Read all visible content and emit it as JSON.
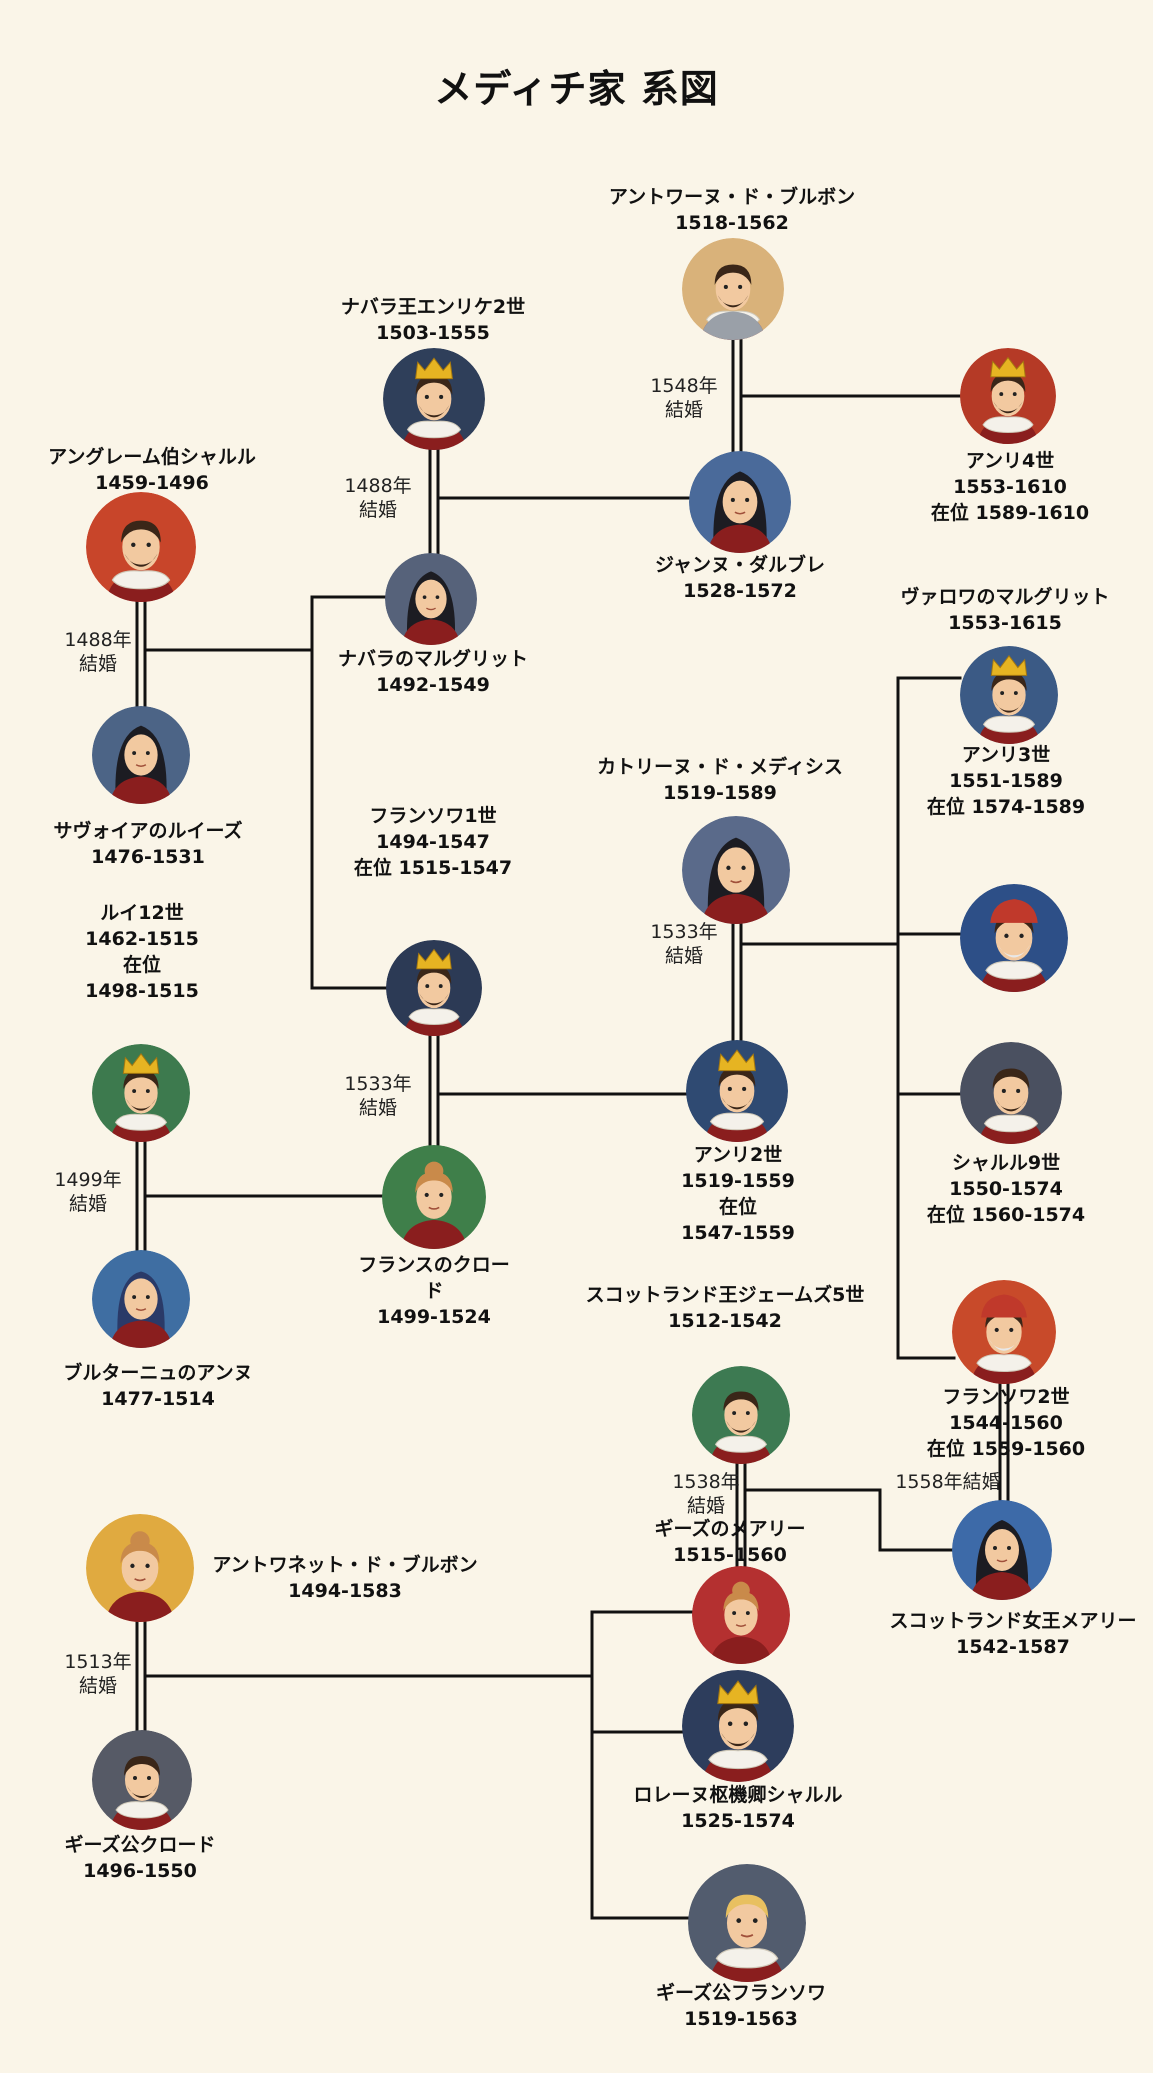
{
  "title": "メディチ家 系図",
  "people": {
    "antoine": {
      "name": "アントワーヌ・ド・ブルボン",
      "dates": "1518-1562"
    },
    "henri_navarre": {
      "name": "ナバラ王エンリケ2世",
      "dates": "1503-1555"
    },
    "henri4": {
      "name": "アンリ4世",
      "dates": "1553-1610",
      "reign": "在位 1589-1610"
    },
    "charles_angouleme": {
      "name": "アングレーム伯シャルル",
      "dates": "1459-1496"
    },
    "jeanne": {
      "name": "ジャンヌ・ダルブレ",
      "dates": "1528-1572"
    },
    "marguerite_navarre": {
      "name": "ナバラのマルグリット",
      "dates": "1492-1549"
    },
    "louise": {
      "name": "サヴォイアのルイーズ",
      "dates": "1476-1531"
    },
    "marguerite_valois": {
      "name": "ヴァロワのマルグリット",
      "dates": "1553-1615"
    },
    "henri3": {
      "name": "アンリ3世",
      "dates": "1551-1589",
      "reign": "在位 1574-1589"
    },
    "catherine": {
      "name": "カトリーヌ・ド・メディシス",
      "dates": "1519-1589"
    },
    "francois1": {
      "name": "フランソワ1世",
      "dates": "1494-1547",
      "reign": "在位 1515-1547"
    },
    "louis12": {
      "name": "ルイ12世",
      "dates": "1462-1515",
      "reign1": "在位",
      "reign2": "1498-1515"
    },
    "henri2": {
      "name": "アンリ2世",
      "dates": "1519-1559",
      "reign1": "在位",
      "reign2": "1547-1559"
    },
    "charles9": {
      "name": "シャルル9世",
      "dates": "1550-1574",
      "reign": "在位 1560-1574"
    },
    "claude": {
      "name": "フランスのクロード",
      "dates": "1499-1524"
    },
    "anne": {
      "name": "ブルターニュのアンヌ",
      "dates": "1477-1514"
    },
    "james5": {
      "name": "スコットランド王ジェームズ5世",
      "dates": "1512-1542"
    },
    "francois2": {
      "name": "フランソワ2世",
      "dates": "1544-1560",
      "reign": "在位 1559-1560"
    },
    "mary_guise": {
      "name": "ギーズのメアリー",
      "dates": "1515-1560"
    },
    "mary_scots": {
      "name": "スコットランド女王メアリー",
      "dates": "1542-1587"
    },
    "antoinette": {
      "name": "アントワネット・ド・ブルボン",
      "dates": "1494-1583"
    },
    "charles_lorraine": {
      "name": "ロレーヌ枢機卿シャルル",
      "dates": "1525-1574"
    },
    "claude_guise": {
      "name": "ギーズ公クロード",
      "dates": "1496-1550"
    },
    "francois_guise": {
      "name": "ギーズ公フランソワ",
      "dates": "1519-1563"
    }
  },
  "marriages": {
    "m1548": {
      "year": "1548年",
      "word": "結婚"
    },
    "m1488a": {
      "year": "1488年",
      "word": "結婚"
    },
    "m1488b": {
      "year": "1488年",
      "word": "結婚"
    },
    "m1533a": {
      "year": "1533年",
      "word": "結婚"
    },
    "m1533b": {
      "year": "1533年",
      "word": "結婚"
    },
    "m1499": {
      "year": "1499年",
      "word": "結婚"
    },
    "m1538": {
      "year": "1538年",
      "word": "結婚"
    },
    "m1558": {
      "text": "1558年結婚"
    },
    "m1513": {
      "year": "1513年",
      "word": "結婚"
    }
  },
  "portrait_colors": {
    "antoine": "#d9b27a",
    "henri_navarre": "#2f3f5a",
    "henri4": "#b53a26",
    "charles_angouleme": "#c8452a",
    "jeanne": "#4a6a9a",
    "marguerite_navarre": "#56627a",
    "louise": "#4c6486",
    "henri3": "#3b5a85",
    "catherine": "#5a6a8a",
    "cardinal": "#2d4f87",
    "henri2": "#2f4a72",
    "charles9": "#4a5060",
    "francois1": "#2c3a55",
    "louis12": "#3d7a4e",
    "claude": "#3f7f4a",
    "anne": "#3f6ea2",
    "james5": "#3d7a52",
    "francois2": "#c84a2a",
    "mary_scots": "#3d6aa8",
    "antoinette": "#e0aa40",
    "mary_guise": "#b43030",
    "charles_lorraine": "#2d3d5c",
    "claude_guise": "#565a66",
    "francois_guise": "#525c6e"
  }
}
